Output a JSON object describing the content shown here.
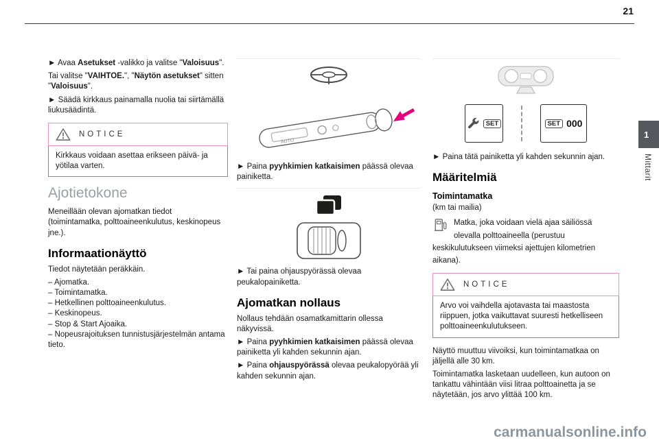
{
  "page": {
    "number": "21",
    "tab_number": "1",
    "tab_label": "Mittarit",
    "watermark": "carmanualsonline.info"
  },
  "notice_label": "NOTICE",
  "col1": {
    "p1": [
      {
        "t": "► Avaa "
      },
      {
        "t": "Asetukset",
        "b": 1
      },
      {
        "t": " -valikko ja valitse \""
      },
      {
        "t": "Valoisuus",
        "b": 1
      },
      {
        "t": "\"."
      }
    ],
    "p2": [
      {
        "t": "Tai valitse \""
      },
      {
        "t": "VAIHTOE.",
        "b": 1
      },
      {
        "t": "\", \""
      },
      {
        "t": "Näytön asetukset",
        "b": 1
      },
      {
        "t": "\" sitten \""
      },
      {
        "t": "Valoisuus",
        "b": 1
      },
      {
        "t": "\"."
      }
    ],
    "p3": [
      {
        "t": "► Säädä kirkkaus painamalla nuolia tai siirtämällä liukusäädintä."
      }
    ],
    "notice_body": "Kirkkaus voidaan asettaa erikseen päivä- ja yötilaa varten.",
    "heading_computer": "Ajotietokone",
    "p4": "Meneillään olevan ajomatkan tiedot (toimintamatka, polttoaineenkulutus, keskinopeus jne.).",
    "heading_display": "Informaationäyttö",
    "p5": "Tiedot näytetään peräkkäin.",
    "items": [
      "– Ajomatka.",
      "– Toimintamatka.",
      "– Hetkellinen polttoaineenkulutus.",
      "– Keskinopeus.",
      "– Stop & Start Ajoaika.",
      "– Nopeusrajoituksen tunnistusjärjestelmän antama tieto."
    ]
  },
  "col2": {
    "stalk_auto_label": "AUTO",
    "p1": [
      {
        "t": "► Paina "
      },
      {
        "t": "pyyhkimien katkaisimen",
        "b": 1
      },
      {
        "t": " päässä olevaa painiketta."
      }
    ],
    "p2": [
      {
        "t": "► Tai paina ohjauspyörässä olevaa peukalopainiketta."
      }
    ],
    "heading_reset": "Ajomatkan nollaus",
    "p3": "Nollaus tehdään osamatkamittarin ollessa näkyvissä.",
    "p4": [
      {
        "t": "► Paina "
      },
      {
        "t": "pyyhkimien katkaisimen",
        "b": 1
      },
      {
        "t": " päässä olevaa painiketta yli kahden sekunnin ajan."
      }
    ],
    "p5": [
      {
        "t": "► Paina "
      },
      {
        "t": "ohjauspyörässä",
        "b": 1
      },
      {
        "t": " olevaa peukalopyörää yli kahden sekunnin ajan."
      }
    ]
  },
  "col3": {
    "set_left_label": "SET",
    "set_right_label": "SET",
    "set_right_value": "000",
    "p1": "► Paina tätä painiketta yli kahden sekunnin ajan.",
    "heading_definitions": "Määritelmiä",
    "heading_range": "Toimintamatka",
    "range_unit": "(km tai mailia)",
    "range_def": "Matka, joka voidaan vielä ajaa säiliössä olevalla polttoaineella (perustuu keskikulutukseen viimeksi ajettujen kilometrien aikana).",
    "notice_body": "Arvo voi vaihdella ajotavasta tai maastosta riippuen, jotka vaikuttavat suuresti hetkelliseen polttoaineenkulutukseen.",
    "p4": "Näyttö muuttuu viivoiksi, kun toimintamatkaa on jäljellä alle 30 km.",
    "p5": "Toimintamatka lasketaan uudelleen, kun autoon on tankattu vähintään viisi litraa polttoainetta ja se näytetään, jos arvo ylittää 100 km."
  },
  "colors": {
    "accent_magenta": "#e6007e",
    "notice_pink": "#f290bd",
    "heading_gray": "#9aa0a6",
    "tab_bg": "#55585c",
    "watermark_gray": "#8d969e"
  }
}
